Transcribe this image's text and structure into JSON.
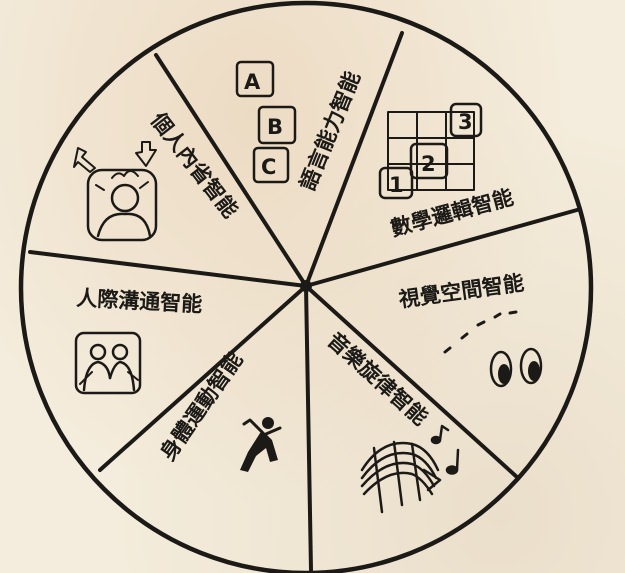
{
  "diagram": {
    "segments": [
      {
        "key": "intrapersonal",
        "label": "個人內省智能"
      },
      {
        "key": "linguistic",
        "label": "語言能力智能"
      },
      {
        "key": "logical",
        "label": "數學邏輯智能"
      },
      {
        "key": "spatial",
        "label": "視覺空間智能"
      },
      {
        "key": "musical",
        "label": "音樂旋律智能"
      },
      {
        "key": "bodily",
        "label": "身體運動智能"
      },
      {
        "key": "interpersonal",
        "label": "人際溝通智能"
      }
    ],
    "blocks": {
      "a": "A",
      "b": "B",
      "c": "C"
    },
    "digits": {
      "one": "1",
      "two": "2",
      "three": "3"
    }
  }
}
